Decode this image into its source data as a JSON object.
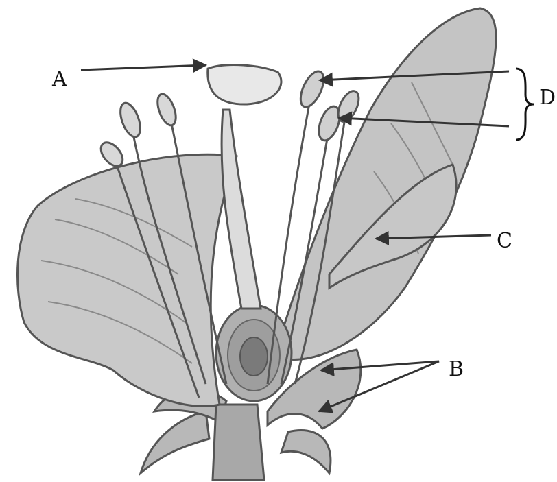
{
  "labels": {
    "a": "A",
    "b": "B",
    "c": "C",
    "d": "D"
  },
  "colors": {
    "ink": "#555555",
    "shade": "#9a9a9a",
    "light": "#d6d6d6",
    "arrow": "#333333",
    "text": "#111111"
  }
}
